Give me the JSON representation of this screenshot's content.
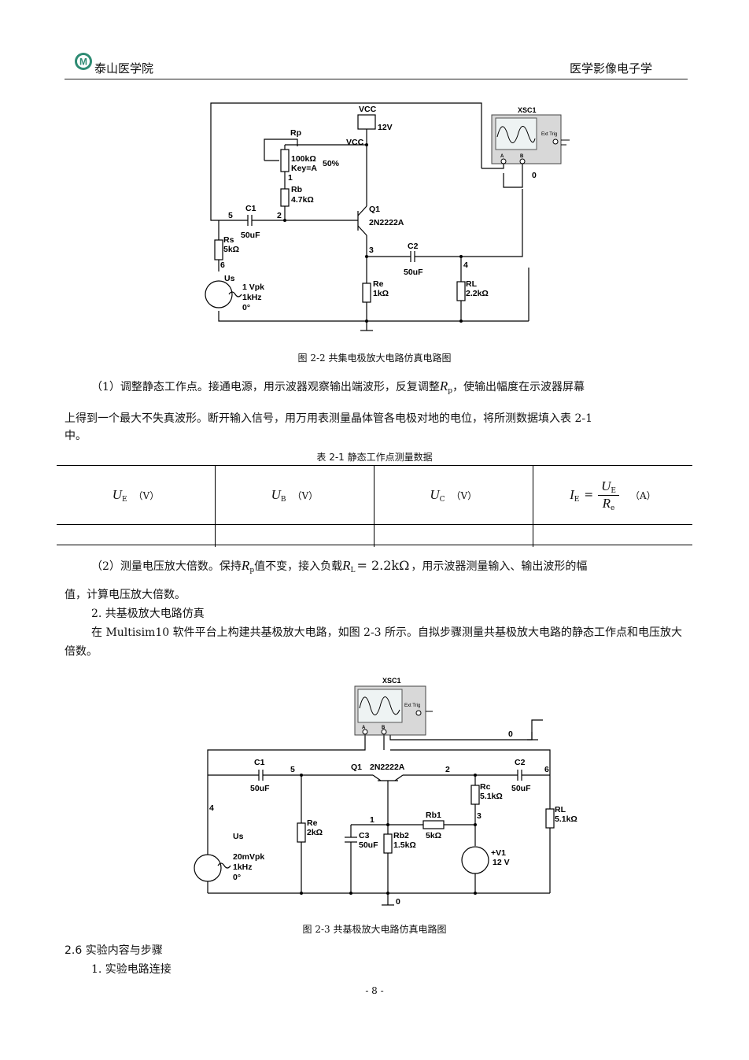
{
  "header": {
    "logo_letter": "M",
    "school": "泰山医学院",
    "course": "医学影像电子学"
  },
  "fig22": {
    "caption": "图 2-2  共集电极放大电路仿真电路图",
    "labels": {
      "vcc_top": "VCC",
      "v12": "12V",
      "vcc2": "VCC",
      "rp": "Rp",
      "rp_val": "100kΩ",
      "rp_key": "Key=A",
      "rp_pct": "50%",
      "n1": "1",
      "rb": "Rb",
      "rb_val": "4.7kΩ",
      "c1": "C1",
      "c1_val": "50uF",
      "n5": "5",
      "n2": "2",
      "q1": "Q1",
      "q1_part": "2N2222A",
      "n3": "3",
      "rs": "Rs",
      "rs_val": "5kΩ",
      "n6": "6",
      "us": "Us",
      "us_amp": "1 Vpk",
      "us_f": "1kHz",
      "us_ph": "0°",
      "c2": "C2",
      "c2_val": "50uF",
      "n4": "4",
      "re": "Re",
      "re_val": "1kΩ",
      "rl": "RL",
      "rl_val": "2.2kΩ",
      "xsc": "XSC1",
      "ext": "Ext Trig",
      "n0": "0",
      "pa": "A",
      "pb": "B"
    }
  },
  "step1": {
    "text_a": "（1）调整静态工作点。接通电源，用示波器观察输出端波形，反复调整",
    "sym": "R",
    "sym_sub": "p",
    "text_b": "，使输出幅度在示波器屏幕",
    "line2": "上得到一个最大不失真波形。断开输入信号，用万用表测量晶体管各电极对地的电位，将所测数据填入表 2-1",
    "line3": "中。"
  },
  "table21": {
    "title": "表 2-1  静态工作点测量数据",
    "cols": [
      {
        "sym": "U",
        "sub": "E",
        "unit": "（V）"
      },
      {
        "sym": "U",
        "sub": "B",
        "unit": "（V）"
      },
      {
        "sym": "U",
        "sub": "C",
        "unit": "（V）"
      }
    ],
    "last_col": {
      "lhs": "I",
      "lhs_sub": "E",
      "eq": "=",
      "num": "U",
      "num_sub": "E",
      "den": "R",
      "den_sub": "e",
      "unit": "（A）"
    }
  },
  "step2": {
    "text_a": "（2）测量电压放大倍数。保持",
    "sym1": "R",
    "sym1_sub": "p",
    "text_b": "值不变，接入负载",
    "sym2": "R",
    "sym2_sub": "L",
    "eq": "= 2.2kΩ",
    "text_c": "，用示波器测量输入、输出波形的幅",
    "line2": "值，计算电压放大倍数。"
  },
  "section2": {
    "heading": "2. 共基极放大电路仿真",
    "text": "在 Multisim10 软件平台上构建共基极放大电路，如图 2-3 所示。自拟步骤测量共基极放大电路的静态工作点和电压放大倍数。"
  },
  "fig23": {
    "caption": "图 2-3  共基极放大电路仿真电路图",
    "labels": {
      "xsc": "XSC1",
      "ext": "Ext Trig",
      "pa": "A",
      "pb": "B",
      "n0": "0",
      "c1": "C1",
      "c1_val": "50uF",
      "n5": "5",
      "q1": "Q1",
      "q1_part": "2N2222A",
      "n2": "2",
      "c2": "C2",
      "c2_val": "50uF",
      "n6": "6",
      "n4": "4",
      "re": "Re",
      "re_val": "2kΩ",
      "n1": "1",
      "rb1": "Rb1",
      "rb1_val": "5kΩ",
      "n3": "3",
      "rc": "Rc",
      "rc_val": "5.1kΩ",
      "rl": "RL",
      "rl_val": "5.1kΩ",
      "us": "Us",
      "us_amp": "20mVpk",
      "us_f": "1kHz",
      "us_ph": "0°",
      "c3": "C3",
      "c3_val": "50uF",
      "rb2": "Rb2",
      "rb2_val": "1.5kΩ",
      "v1": "+V1",
      "v1_val": "12 V",
      "n0b": "0"
    }
  },
  "section26": {
    "heading": "2.6  实验内容与步骤",
    "item1": "1. 实验电路连接"
  },
  "page_number": "- 8 -"
}
